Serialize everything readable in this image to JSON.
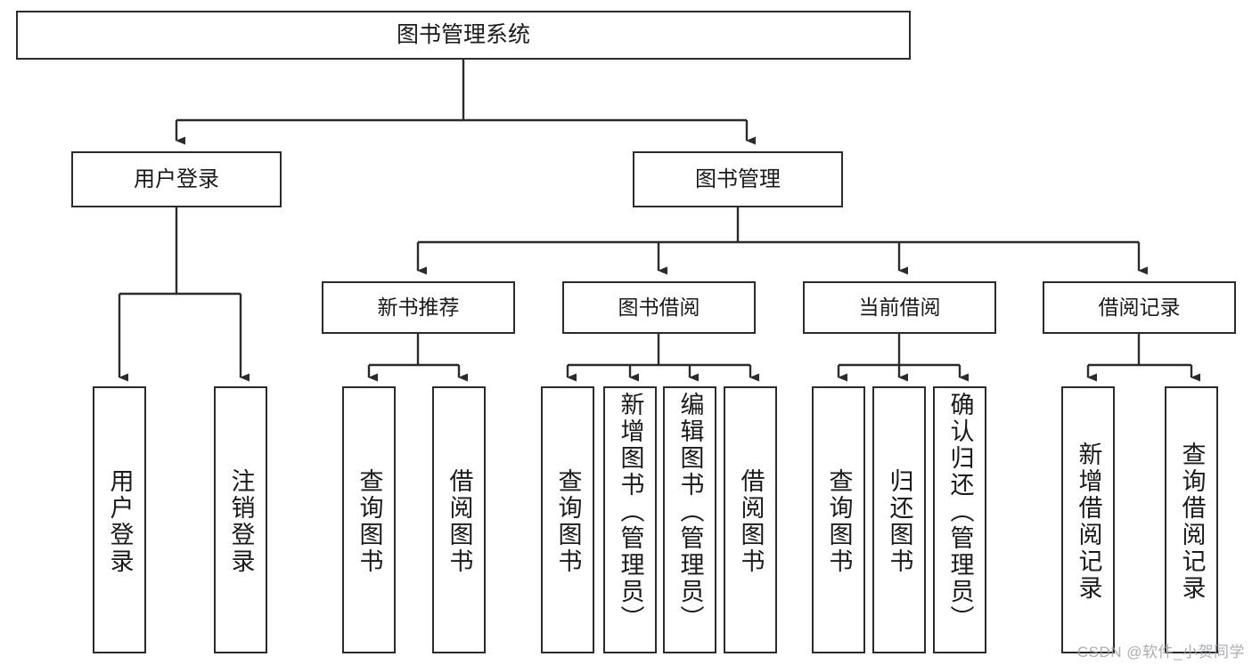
{
  "diagram": {
    "title": "图书管理系统",
    "type": "tree-hierarchy-diagram",
    "root": {
      "id": "root",
      "label": "图书管理系统"
    },
    "level2": [
      {
        "id": "user-login",
        "label": "用户登录"
      },
      {
        "id": "book-manage",
        "label": "图书管理"
      }
    ],
    "level3": [
      {
        "id": "new-book-rec",
        "label": "新书推荐"
      },
      {
        "id": "book-borrow",
        "label": "图书借阅"
      },
      {
        "id": "current-borrow",
        "label": "当前借阅"
      },
      {
        "id": "borrow-record",
        "label": "借阅记录"
      }
    ],
    "leaves": {
      "user_login": [
        {
          "id": "leaf-user-login",
          "label": "用户登录"
        },
        {
          "id": "leaf-logout-login",
          "label": "注销登录"
        }
      ],
      "new_book_rec": [
        {
          "id": "leaf-query-book-1",
          "label": "查询图书"
        },
        {
          "id": "leaf-borrow-book-1",
          "label": "借阅图书"
        }
      ],
      "book_borrow": [
        {
          "id": "leaf-query-book-2",
          "label": "查询图书"
        },
        {
          "id": "leaf-add-book",
          "label": "新增图书（管理员）"
        },
        {
          "id": "leaf-edit-book",
          "label": "编辑图书（管理员）"
        },
        {
          "id": "leaf-borrow-book-2",
          "label": "借阅图书"
        }
      ],
      "current_borrow": [
        {
          "id": "leaf-query-book-3",
          "label": "查询图书"
        },
        {
          "id": "leaf-return-book",
          "label": "归还图书"
        },
        {
          "id": "leaf-confirm-return",
          "label": "确认归还（管理员）"
        }
      ],
      "borrow_record": [
        {
          "id": "leaf-add-record",
          "label": "新增借阅记录"
        },
        {
          "id": "leaf-query-record",
          "label": "查询借阅记录"
        }
      ]
    }
  },
  "watermark": {
    "text": "CSDN @软件_小贺同学"
  },
  "colors": {
    "stroke": "#2b2b2b",
    "fill": "#ffffff",
    "text": "#1a1a1a",
    "watermark": "#9aa0a6"
  }
}
